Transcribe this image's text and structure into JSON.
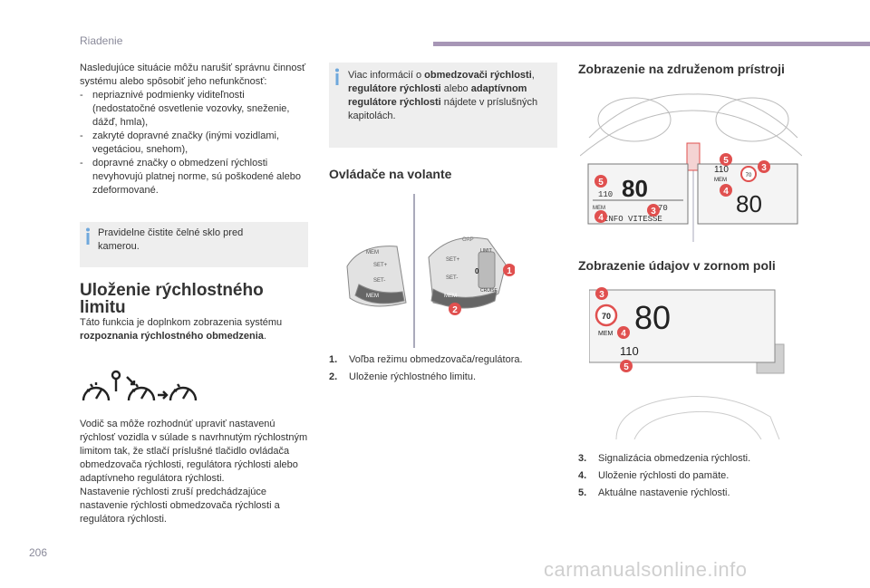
{
  "header": {
    "title": "Riadenie"
  },
  "page_number": "206",
  "watermark": "carmanualsonline.info",
  "left_column": {
    "intro": "Nasledujúce situácie môžu narušiť správnu činnosť systému alebo spôsobiť jeho nefunkčnosť:",
    "bullets": [
      "nepriaznivé podmienky viditeľnosti (nedostatočné osvetlenie vozovky, sneženie, dážď, hmla),",
      "zakryté dopravné značky (inými vozidlami, vegetáciou, snehom),",
      "dopravné značky o obmedzení rýchlosti nevyhovujú platnej norme, sú poškodené alebo zdeformované."
    ],
    "bullet_marker": "-",
    "info_box": "Pravidelne čistite čelné sklo pred kamerou.",
    "section_title": "Uloženie rýchlostného limitu",
    "section_intro_1": "Táto funkcia je doplnkom zobrazenia systému",
    "section_intro_bold": "rozpoznania rýchlostného obmedzenia",
    "section_intro_end": ".",
    "paragraph_1": "Vodič sa môže rozhodnúť upraviť nastavenú rýchlosť vozidla v súlade s navrhnutým rýchlostným limitom tak, že stlačí príslušné tlačidlo ovládača obmedzovača rýchlosti, regulátora rýchlosti alebo adaptívneho regulátora rýchlosti.",
    "paragraph_2": "Nastavenie rýchlosti zruší predchádzajúce nastavenie rýchlosti obmedzovača rýchlosti a regulátora rýchlosti."
  },
  "middle_column": {
    "info_box": {
      "t1": "Viac informácií o ",
      "b1": "obmedzovači rýchlosti",
      "t2": ", ",
      "b2": "regulátore rýchlosti",
      "t3": " alebo ",
      "b3": "adaptívnom regulátore rýchlosti",
      "t4": " nájdete v príslušných kapitolách."
    },
    "section_title": "Ovládače na volante",
    "stalk_labels": {
      "mem": "MEM",
      "set_plus": "SET+",
      "set_minus": "SET-",
      "limit": "LIMIT",
      "cruise": "CRUISE",
      "off": "0",
      "oap": "OAP"
    },
    "list": [
      {
        "num": "1.",
        "text": "Voľba režimu obmedzovača/regulátora."
      },
      {
        "num": "2.",
        "text": "Uloženie rýchlostného limitu."
      }
    ]
  },
  "right_column": {
    "section_title_1": "Zobrazenie na združenom prístroji",
    "cluster_left": {
      "speed": "80",
      "limit": "110",
      "mem": "MEM",
      "set": "70",
      "info": "INFO VITESSE"
    },
    "cluster_right": {
      "limit": "110",
      "mem": "MEM",
      "sign": "70",
      "speed": "80"
    },
    "section_title_2": "Zobrazenie údajov v zornom poli",
    "hud": {
      "speed": "80",
      "sign": "70",
      "mem": "MEM",
      "limit": "110"
    },
    "list": [
      {
        "num": "3.",
        "text": "Signalizácia obmedzenia rýchlosti."
      },
      {
        "num": "4.",
        "text": "Uloženie rýchlosti do pamäte."
      },
      {
        "num": "5.",
        "text": "Aktuálne nastavenie rýchlosti."
      }
    ]
  },
  "badges": {
    "b1": "1",
    "b2": "2",
    "b3": "3",
    "b4": "4",
    "b5": "5"
  },
  "colors": {
    "accent": "#a796b6",
    "badge": "#e0504f",
    "info_icon": "#6fa8dc",
    "info_bg": "#eeeeee"
  }
}
